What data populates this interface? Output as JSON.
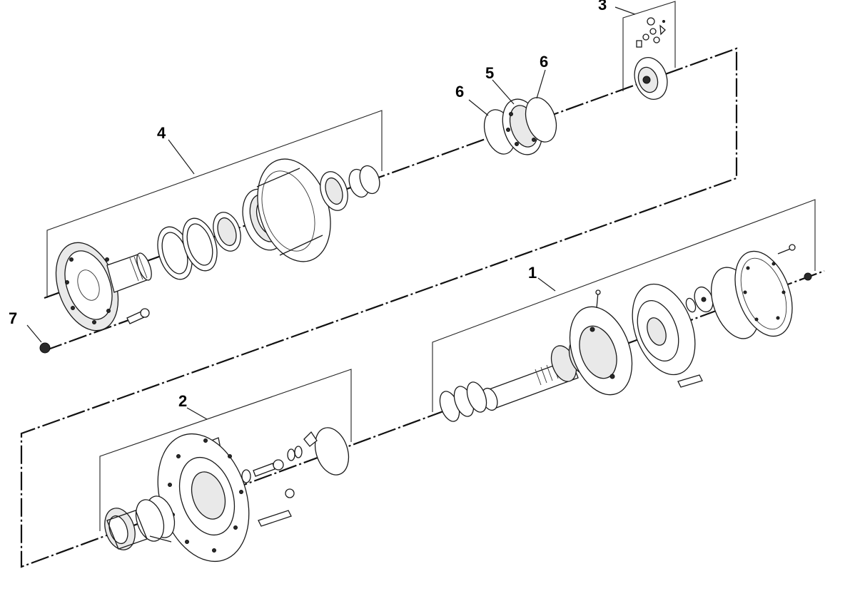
{
  "callouts": [
    {
      "id": "1",
      "label": "1"
    },
    {
      "id": "2",
      "label": "2"
    },
    {
      "id": "3",
      "label": "3"
    },
    {
      "id": "4",
      "label": "4"
    },
    {
      "id": "5",
      "label": "5"
    },
    {
      "id": "6a",
      "label": "6"
    },
    {
      "id": "6b",
      "label": "6"
    },
    {
      "id": "7",
      "label": "7"
    }
  ],
  "colors": {
    "line": "#1a1a1a",
    "background": "#ffffff"
  }
}
